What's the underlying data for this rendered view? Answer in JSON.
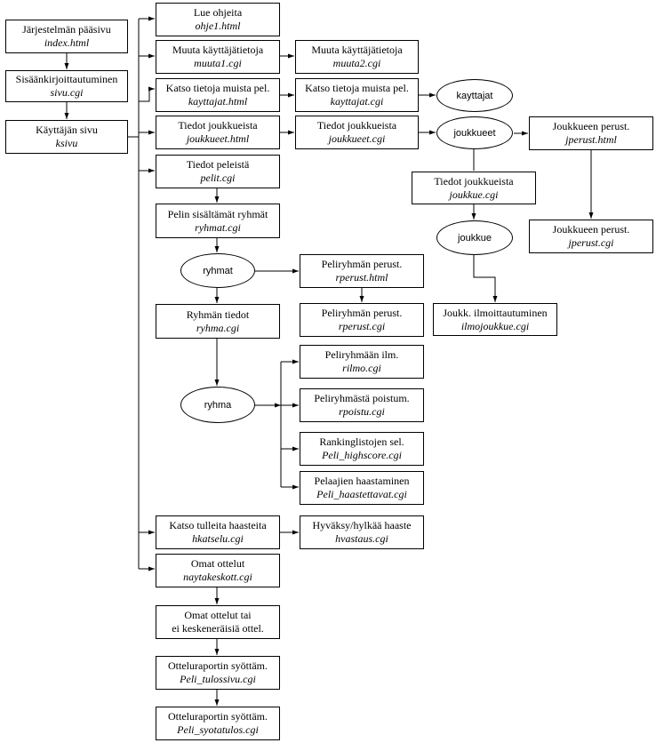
{
  "nodes": {
    "index": {
      "title": "Järjestelmän pääsivu",
      "file": "index.html"
    },
    "sivu": {
      "title": "Sisäänkirjoittautuminen",
      "file": "sivu.cgi"
    },
    "ksivu": {
      "title": "Käyttäjän sivu",
      "file": "ksivu"
    },
    "ohje": {
      "title": "Lue ohjeita",
      "file": "ohje1.html"
    },
    "muuta1": {
      "title": "Muuta käyttäjätietoja",
      "file": "muuta1.cgi"
    },
    "muuta2": {
      "title": "Muuta käyttäjätietoja",
      "file": "muuta2.cgi"
    },
    "kayttajat_html": {
      "title": "Katso tietoja muista pel.",
      "file": "kayttajat.html"
    },
    "kayttajat_cgi": {
      "title": "Katso tietoja muista pel.",
      "file": "kayttajat.cgi"
    },
    "joukkueet_html": {
      "title": "Tiedot joukkueista",
      "file": "joukkueet.html"
    },
    "joukkueet_cgi": {
      "title": "Tiedot joukkueista",
      "file": "joukkueet.cgi"
    },
    "jperust_html": {
      "title": "Joukkueen perust.",
      "file": "jperust.html"
    },
    "jperust_cgi": {
      "title": "Joukkueen perust.",
      "file": "jperust.cgi"
    },
    "joukkue_cgi": {
      "title": "Tiedot joukkueista",
      "file": "joukkue.cgi"
    },
    "ilmojoukkue": {
      "title": "Joukk. ilmoittautuminen",
      "file": "ilmojoukkue.cgi"
    },
    "pelit": {
      "title": "Tiedot peleistä",
      "file": "pelit.cgi"
    },
    "ryhmat_cgi": {
      "title": "Pelin sisältämät ryhmät",
      "file": "ryhmat.cgi"
    },
    "rperust_html": {
      "title": "Peliryhmän perust.",
      "file": "rperust.html"
    },
    "rperust_cgi": {
      "title": "Peliryhmän perust.",
      "file": "rperust.cgi"
    },
    "ryhma_cgi": {
      "title": "Ryhmän tiedot",
      "file": "ryhma.cgi"
    },
    "rilmo": {
      "title": "Peliryhmään ilm.",
      "file": "rilmo.cgi"
    },
    "rpoistu": {
      "title": "Peliryhmästä poistum.",
      "file": "rpoistu.cgi"
    },
    "highscore": {
      "title": "Rankinglistojen sel.",
      "file": "Peli_highscore.cgi"
    },
    "haastettavat": {
      "title": "Pelaajien haastaminen",
      "file": "Peli_haastettavat.cgi"
    },
    "hkatselu": {
      "title": "Katso tulleita haasteita",
      "file": "hkatselu.cgi"
    },
    "hvastaus": {
      "title": "Hyväksy/hylkää haaste",
      "file": "hvastaus.cgi"
    },
    "naytakeskott": {
      "title": "Omat ottelut",
      "file": "naytakeskott.cgi"
    },
    "omat2": {
      "title": "Omat ottelut tai",
      "file": "ei keskeneräisiä ottel."
    },
    "tulossivu": {
      "title": "Otteluraportin syöttäm.",
      "file": "Peli_tulossivu.cgi"
    },
    "syotatulos": {
      "title": "Otteluraportin syöttäm.",
      "file": "Peli_syotatulos.cgi"
    }
  },
  "ellipses": {
    "kayttajat": "kayttajat",
    "joukkueet": "joukkueet",
    "joukkue": "joukkue",
    "ryhmat": "ryhmat",
    "ryhma": "ryhma"
  },
  "colors": {
    "line": "#000000",
    "background": "#ffffff"
  }
}
